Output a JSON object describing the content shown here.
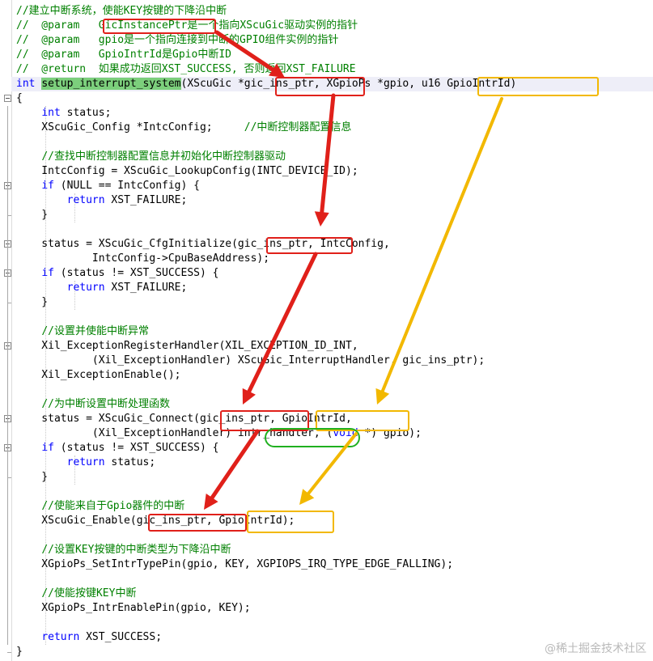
{
  "code_lines": [
    "//建立中断系统，使能KEY按键的下降沿中断",
    "//  @param   GicInstancePtr是一个指向XScuGic驱动实例的指针",
    "//  @param   gpio是一个指向连接到中断的GPIO组件实例的指针",
    "//  @param   GpioIntrId是Gpio中断ID",
    "//  @return  如果成功返回XST_SUCCESS, 否则返回XST_FAILURE",
    "int setup_interrupt_system(XScuGic *gic_ins_ptr, XGpioPs *gpio, u16 GpioIntrId)",
    "{",
    "    int status;",
    "    XScuGic_Config *IntcConfig;     //中断控制器配置信息",
    "",
    "    //查找中断控制器配置信息并初始化中断控制器驱动",
    "    IntcConfig = XScuGic_LookupConfig(INTC_DEVICE_ID);",
    "    if (NULL == IntcConfig) {",
    "        return XST_FAILURE;",
    "    }",
    "",
    "    status = XScuGic_CfgInitialize(gic_ins_ptr, IntcConfig,",
    "            IntcConfig->CpuBaseAddress);",
    "    if (status != XST_SUCCESS) {",
    "        return XST_FAILURE;",
    "    }",
    "",
    "    //设置并使能中断异常",
    "    Xil_ExceptionRegisterHandler(XIL_EXCEPTION_ID_INT,",
    "            (Xil_ExceptionHandler) XScuGic_InterruptHandler, gic_ins_ptr);",
    "    Xil_ExceptionEnable();",
    "",
    "    //为中断设置中断处理函数",
    "    status = XScuGic_Connect(gic_ins_ptr, GpioIntrId,",
    "            (Xil_ExceptionHandler) intr_handler, (void *) gpio);",
    "    if (status != XST_SUCCESS) {",
    "        return status;",
    "    }",
    "",
    "    //使能来自于Gpio器件的中断",
    "    XScuGic_Enable(gic_ins_ptr, GpioIntrId);",
    "",
    "    //设置KEY按键的中断类型为下降沿中断",
    "    XGpioPs_SetIntrTypePin(gpio, KEY, XGPIOPS_IRQ_TYPE_EDGE_FALLING);",
    "",
    "    //使能按键KEY中断",
    "    XGpioPs_IntrEnablePin(gpio, KEY);",
    "",
    "    return XST_SUCCESS;",
    "}"
  ],
  "colors": {
    "comment": "#008000",
    "keyword": "#0000ff",
    "text": "#000000",
    "function_highlight": "#7ccf7c",
    "annotation_red": "#e0201a",
    "annotation_yellow": "#f2b800",
    "annotation_green": "#20b020"
  },
  "watermark": "@稀土掘金技术社区"
}
